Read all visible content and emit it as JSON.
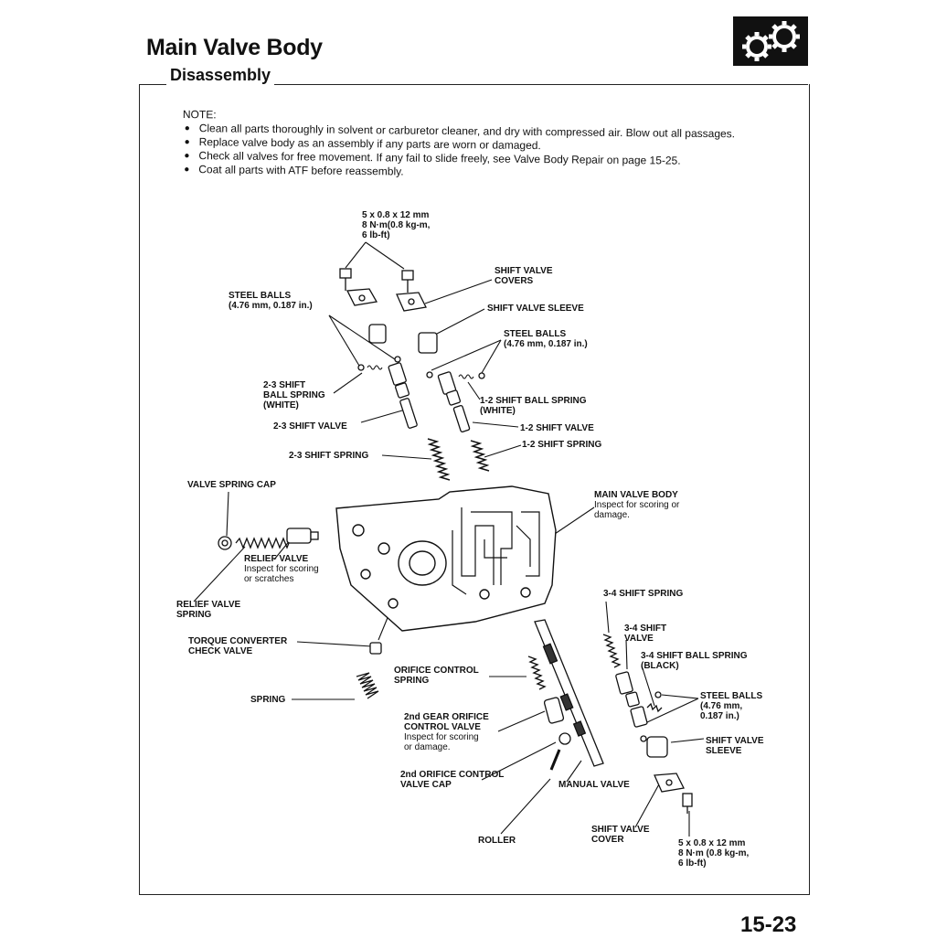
{
  "page": {
    "title": "Main Valve Body",
    "subtitle": "Disassembly",
    "page_number": "15-23"
  },
  "icon": {
    "name": "gears-icon"
  },
  "notes": {
    "heading": "NOTE:",
    "items": [
      "Clean all parts thoroughly in solvent or carburetor cleaner, and dry with compressed air. Blow out all passages.",
      "Replace valve body as an assembly if any parts are worn or damaged.",
      "Check all valves for free movement. If any fail to slide freely, see Valve Body Repair on page 15-25.",
      "Coat all parts with ATF before reassembly."
    ]
  },
  "labels": {
    "bolt_top": {
      "l1": "5 x 0.8 x 12 mm",
      "l2": "8 N·m(0.8 kg-m,",
      "l3": "6 lb-ft)"
    },
    "shift_valve_covers": {
      "l1": "SHIFT VALVE",
      "l2": "COVERS"
    },
    "steel_balls_left": {
      "l1": "STEEL BALLS",
      "l2": "(4.76 mm, 0.187 in.)"
    },
    "shift_valve_sleeve_top": "SHIFT VALVE SLEEVE",
    "steel_balls_right": {
      "l1": "STEEL BALLS",
      "l2": "(4.76 mm, 0.187 in.)"
    },
    "ball_spring_23": {
      "l1": "2-3 SHIFT",
      "l2": "BALL SPRING",
      "l3": "(WHITE)"
    },
    "ball_spring_12": {
      "l1": "1-2 SHIFT BALL SPRING",
      "l2": "(WHITE)"
    },
    "shift_valve_23": "2-3 SHIFT VALVE",
    "shift_valve_12": "1-2 SHIFT VALVE",
    "shift_spring_12": "1-2 SHIFT SPRING",
    "shift_spring_23": "2-3 SHIFT SPRING",
    "valve_spring_cap": "VALVE SPRING CAP",
    "main_valve_body": {
      "l1": "MAIN VALVE BODY",
      "l2": "Inspect for scoring or",
      "l3": "damage."
    },
    "relief_valve": {
      "l1": "RELIEF VALVE",
      "l2": "Inspect for scoring",
      "l3": "or scratches"
    },
    "relief_valve_spring": {
      "l1": "RELIEF VALVE",
      "l2": "SPRING"
    },
    "shift_spring_34": "3-4 SHIFT SPRING",
    "shift_valve_34": {
      "l1": "3-4 SHIFT",
      "l2": "VALVE"
    },
    "torque_converter": {
      "l1": "TORQUE CONVERTER",
      "l2": "CHECK VALVE"
    },
    "ball_spring_34": {
      "l1": "3-4 SHIFT BALL SPRING",
      "l2": "(BLACK)"
    },
    "orifice_control_spring": {
      "l1": "ORIFICE CONTROL",
      "l2": "SPRING"
    },
    "steel_balls_low": {
      "l1": "STEEL BALLS",
      "l2": "(4.76 mm,",
      "l3": "0.187 in.)"
    },
    "spring": "SPRING",
    "second_gear_orifice": {
      "l1": "2nd GEAR ORIFICE",
      "l2": "CONTROL VALVE",
      "l3": "Inspect for scoring",
      "l4": "or damage."
    },
    "shift_valve_sleeve_low": {
      "l1": "SHIFT VALVE",
      "l2": "SLEEVE"
    },
    "second_orifice_cap": {
      "l1": "2nd ORIFICE CONTROL",
      "l2": "VALVE CAP"
    },
    "manual_valve": "MANUAL VALVE",
    "shift_valve_cover": {
      "l1": "SHIFT VALVE",
      "l2": "COVER"
    },
    "roller": "ROLLER",
    "bolt_low": {
      "l1": "5 x 0.8 x 12 mm",
      "l2": "8 N·m (0.8 kg-m,",
      "l3": "6 lb-ft)"
    }
  }
}
